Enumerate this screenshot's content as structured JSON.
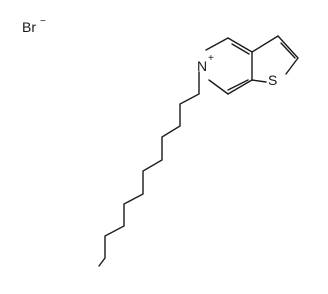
{
  "molecule": {
    "counter_ion": {
      "symbol": "Br",
      "charge": "−"
    },
    "nitrogen": {
      "symbol": "N",
      "charge": "+"
    },
    "sulfur": {
      "symbol": "S"
    }
  }
}
